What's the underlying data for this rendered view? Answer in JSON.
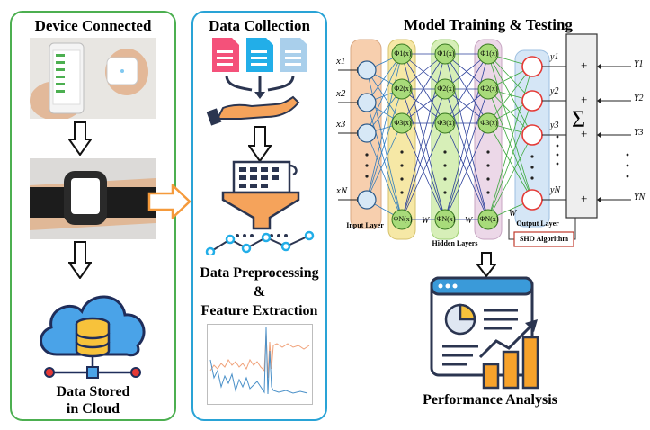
{
  "left_panel": {
    "title": "Device Connected",
    "cloud_label_line1": "Data Stored",
    "cloud_label_line2": "in Cloud"
  },
  "middle_panel": {
    "title": "Data Collection",
    "preprocess_line1": "Data Preprocessing",
    "preprocess_line2": "&",
    "preprocess_line3": "Feature Extraction"
  },
  "network": {
    "title": "Model Training & Testing",
    "inputs": [
      "x1",
      "x2",
      "x3",
      "xN"
    ],
    "hidden_nodes": [
      "Φ1(x)",
      "Φ2(x)",
      "Φ3(x)",
      "ΦN(x)"
    ],
    "outputs": [
      "y1",
      "y2",
      "y3",
      "yN"
    ],
    "targets": [
      "Y1",
      "Y2",
      "Y3",
      "YN"
    ],
    "weight_label": "W",
    "input_layer_label": "Input Layer",
    "hidden_layers_label": "Hidden Layers",
    "output_layer_label": "Output Layer",
    "sum_symbol": "Σ",
    "plus": "+",
    "algorithm_label": "SHO Algorithm"
  },
  "performance": {
    "title": "Performance Analysis"
  },
  "colors": {
    "left_border": "#4caf50",
    "middle_border": "#29a3d6",
    "arrow_orange": "#f59a3b",
    "input_layer_bg": "#f7cfae",
    "hidden1_bg": "#f6e8a6",
    "hidden2_bg": "#d7efb8",
    "hidden3_bg": "#ecd8e8",
    "output_layer_bg": "#d5e6f6",
    "node_green": "#a8db7a",
    "node_out": "#e53935"
  }
}
